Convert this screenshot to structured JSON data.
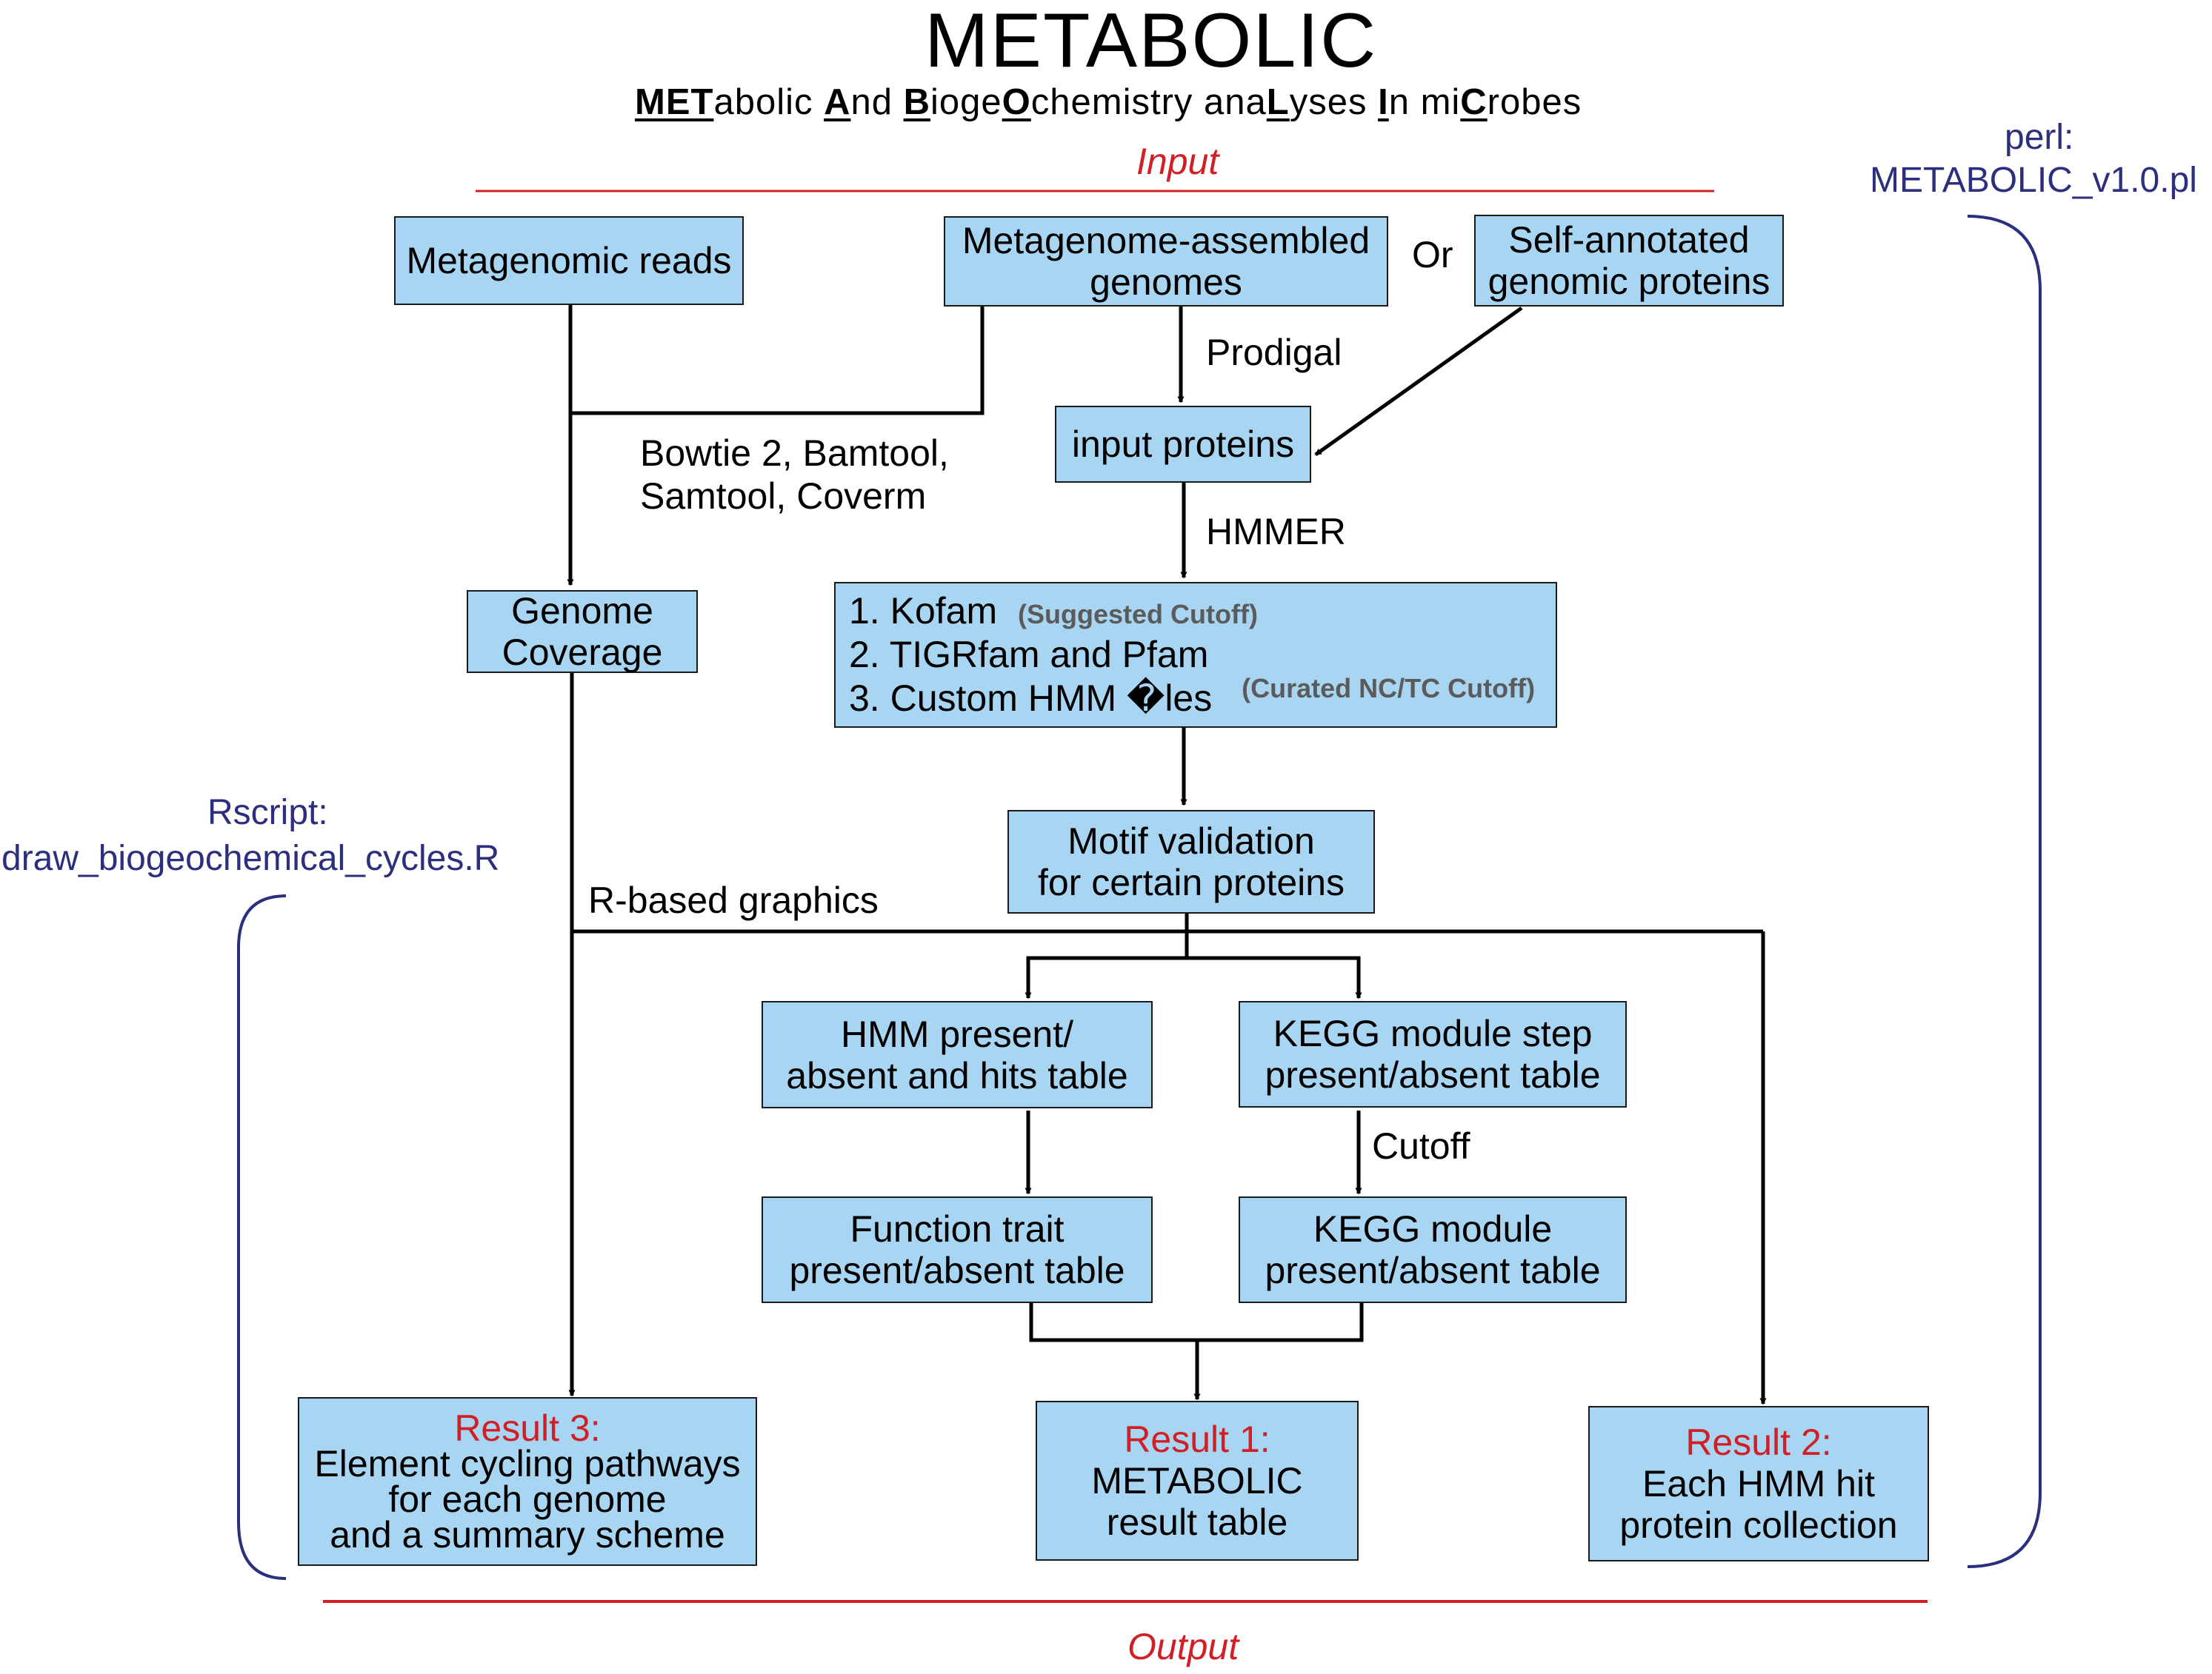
{
  "title": "METABOLIC",
  "subtitle_parts": [
    {
      "t": "MET",
      "k": true
    },
    {
      "t": "abolic ",
      "k": false
    },
    {
      "t": "A",
      "k": true
    },
    {
      "t": "nd ",
      "k": false
    },
    {
      "t": "B",
      "k": true
    },
    {
      "t": "ioge",
      "k": false
    },
    {
      "t": "O",
      "k": true
    },
    {
      "t": "chemistry ana",
      "k": false
    },
    {
      "t": "L",
      "k": true
    },
    {
      "t": "yses ",
      "k": false
    },
    {
      "t": "I",
      "k": true
    },
    {
      "t": "n mi",
      "k": false
    },
    {
      "t": "C",
      "k": true
    },
    {
      "t": "robes",
      "k": false
    }
  ],
  "input_label": "Input",
  "output_label": "Output",
  "perl": {
    "line1": "perl:",
    "line2": "METABOLIC_v1.0.pl"
  },
  "rscript": {
    "line1": "Rscript:",
    "line2": "draw_biogeochemical_cycles.R"
  },
  "boxes": {
    "metagenomic_reads": {
      "l1": "Metagenomic reads"
    },
    "mags": {
      "l1": "Metagenome-assembled",
      "l2": "genomes"
    },
    "self_annotated": {
      "l1": "Self-annotated",
      "l2": "genomic proteins"
    },
    "input_proteins": {
      "l1": "input proteins"
    },
    "genome_coverage": {
      "l1": "Genome",
      "l2": "Coverage"
    },
    "hmm_db": {
      "l1": "1. Kofam",
      "l1_note": "(Suggested Cutoff)",
      "l2": "2. TIGRfam and Pfam",
      "l3": "3. Custom HMM �les",
      "l3_note": "(Curated NC/TC Cutoff)"
    },
    "motif": {
      "l1": "Motif validation",
      "l2": "for certain proteins"
    },
    "hmm_table": {
      "l1": "HMM present/",
      "l2": "absent and hits table"
    },
    "kegg_step": {
      "l1": "KEGG module step",
      "l2": "present/absent table"
    },
    "function_trait": {
      "l1": "Function trait",
      "l2": "present/absent table"
    },
    "kegg_module": {
      "l1": "KEGG module",
      "l2": "present/absent table"
    },
    "result3": {
      "head": "Result 3:",
      "l1": "Element cycling pathways",
      "l2": "for each genome",
      "l3": "and a summary scheme"
    },
    "result1": {
      "head": "Result 1:",
      "l1": "METABOLIC",
      "l2": "result table"
    },
    "result2": {
      "head": "Result 2:",
      "l1": "Each HMM hit",
      "l2": "protein collection"
    }
  },
  "edge_labels": {
    "or": "Or",
    "prodigal": "Prodigal",
    "bowtie_l1": "Bowtie 2, Bamtool,",
    "bowtie_l2": "Samtool, Coverm",
    "hmmer": "HMMER",
    "r_graphics": "R-based graphics",
    "cutoff": "Cutoff"
  },
  "colors": {
    "box_fill": "#a8d5f2",
    "red": "#d11f26",
    "navy": "#2c2f7e",
    "note_gray": "#5b5b5b"
  }
}
